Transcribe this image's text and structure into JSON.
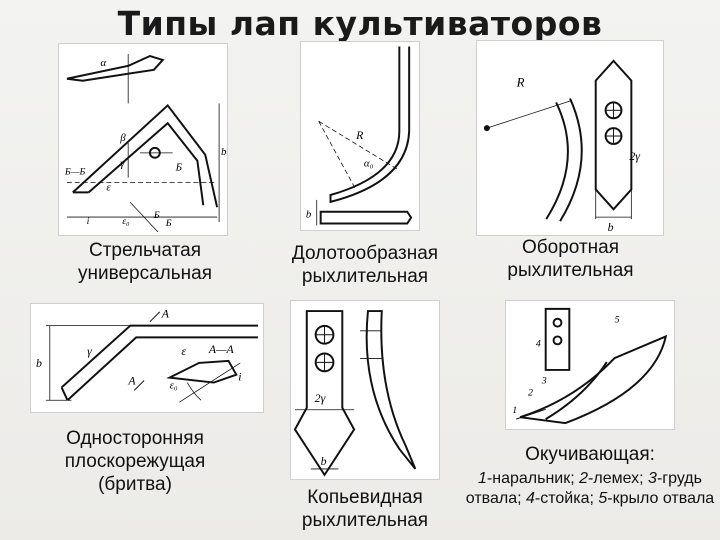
{
  "title": "Типы лап культиваторов",
  "figures": [
    {
      "caption_line1": "Стрельчатая",
      "caption_line2": "универсальная",
      "letters": [
        "α",
        "β",
        "Б",
        "Б—Б",
        "ε",
        "γ",
        "b",
        "i",
        "ε₀",
        "Б",
        "Б"
      ]
    },
    {
      "caption_line1": "Долотообразная",
      "caption_line2": "рыхлительная",
      "letters": [
        "R",
        "α₀",
        "b"
      ]
    },
    {
      "caption_line1": "Оборотная",
      "caption_line2": "рыхлительная",
      "letters": [
        "R",
        "2γ",
        "b"
      ]
    },
    {
      "caption_line1": "Односторонняя",
      "caption_line2": "плоскорежущая",
      "caption_line3": "(бритва)",
      "letters": [
        "A",
        "A",
        "A—A",
        "b",
        "γ",
        "ε",
        "ε₀",
        "i"
      ]
    },
    {
      "caption_line1": "Копьевидная",
      "caption_line2": "рыхлительная",
      "letters": [
        "2γ",
        "b"
      ]
    },
    {
      "caption_line1": "Окучивающая:",
      "legend_1_num": "1",
      "legend_1_text": "-наральник; ",
      "legend_2_num": "2",
      "legend_2_text": "-лемех; ",
      "legend_3_num": "3",
      "legend_3_text": "-грудь отвала; ",
      "legend_4_num": "4",
      "legend_4_text": "-стойка; ",
      "legend_5_num": "5",
      "legend_5_text": "-крыло отвала",
      "letters": [
        "1",
        "2",
        "3",
        "4",
        "5"
      ]
    }
  ]
}
